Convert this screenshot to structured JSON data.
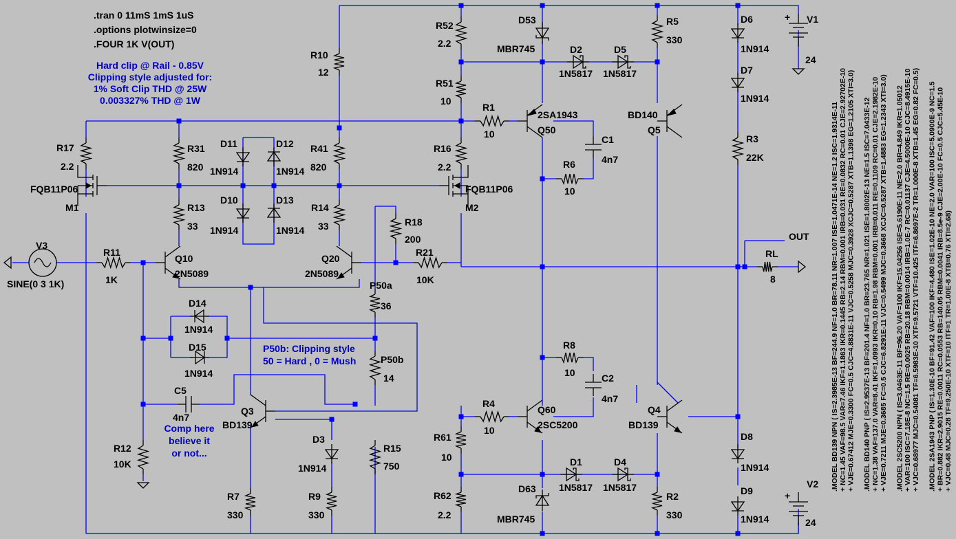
{
  "directives": [
    ".tran 0 11mS 1mS 1uS",
    ".options plotwinsize=0",
    ".FOUR 1K V(OUT)"
  ],
  "comments": {
    "hard_clip": [
      "Hard clip @ Rail - 0.85V",
      "Clipping style adjusted for:",
      "1% Soft Clip THD @ 25W",
      "0.003327% THD @ 1W"
    ],
    "p50b_note": [
      "P50b: Clipping style",
      "50 = Hard , 0 = Mush"
    ],
    "comp_note": [
      "Comp here",
      "believe it",
      "or not..."
    ]
  },
  "components": {
    "r52": {
      "ref": "R52",
      "value": "2.2"
    },
    "r51": {
      "ref": "R51",
      "value": "10"
    },
    "r10": {
      "ref": "R10",
      "value": "12"
    },
    "r1": {
      "ref": "R1",
      "value": "10"
    },
    "r17": {
      "ref": "R17",
      "value": "2.2"
    },
    "r31": {
      "ref": "R31",
      "value": "820"
    },
    "r41": {
      "ref": "R41",
      "value": "820"
    },
    "r16": {
      "ref": "R16",
      "value": "2.2"
    },
    "r13": {
      "ref": "R13",
      "value": "33"
    },
    "r14": {
      "ref": "R14",
      "value": "33"
    },
    "r18": {
      "ref": "R18",
      "value": "200"
    },
    "r11": {
      "ref": "R11",
      "value": "1K"
    },
    "r21": {
      "ref": "R21",
      "value": "10K"
    },
    "p50a": {
      "ref": "P50a",
      "value": "36"
    },
    "p50b": {
      "ref": "P50b",
      "value": "14"
    },
    "r15": {
      "ref": "R15",
      "value": "750"
    },
    "r12": {
      "ref": "R12",
      "value": "10K"
    },
    "r7": {
      "ref": "R7",
      "value": "330"
    },
    "r9": {
      "ref": "R9",
      "value": "330"
    },
    "r5": {
      "ref": "R5",
      "value": "330"
    },
    "r3": {
      "ref": "R3",
      "value": "22K"
    },
    "r6": {
      "ref": "R6",
      "value": "10"
    },
    "r8": {
      "ref": "R8",
      "value": "10"
    },
    "r4": {
      "ref": "R4",
      "value": "10"
    },
    "r61": {
      "ref": "R61",
      "value": "10"
    },
    "r62": {
      "ref": "R62",
      "value": "2.2"
    },
    "r2": {
      "ref": "R2",
      "value": "330"
    },
    "rl": {
      "ref": "RL",
      "value": "8"
    },
    "c1": {
      "ref": "C1",
      "value": "4n7"
    },
    "c2": {
      "ref": "C2",
      "value": "4n7"
    },
    "c5": {
      "ref": "C5",
      "value": "4n7"
    },
    "d53": {
      "ref": "D53",
      "value": "MBR745"
    },
    "d63": {
      "ref": "D63",
      "value": "MBR745"
    },
    "d2": {
      "ref": "D2",
      "value": "1N5817"
    },
    "d5": {
      "ref": "D5",
      "value": "1N5817"
    },
    "d1": {
      "ref": "D1",
      "value": "1N5817"
    },
    "d4": {
      "ref": "D4",
      "value": "1N5817"
    },
    "d6": {
      "ref": "D6",
      "value": "1N914"
    },
    "d7": {
      "ref": "D7",
      "value": "1N914"
    },
    "d8": {
      "ref": "D8",
      "value": "1N914"
    },
    "d9": {
      "ref": "D9",
      "value": "1N914"
    },
    "d11": {
      "ref": "D11",
      "value": "1N914"
    },
    "d12": {
      "ref": "D12",
      "value": "1N914"
    },
    "d10": {
      "ref": "D10",
      "value": "1N914"
    },
    "d13": {
      "ref": "D13",
      "value": "1N914"
    },
    "d14": {
      "ref": "D14",
      "value": "1N914"
    },
    "d15": {
      "ref": "D15",
      "value": "1N914"
    },
    "d3": {
      "ref": "D3",
      "value": "1N914"
    },
    "q50": {
      "ref": "Q50",
      "value": "2SA1943"
    },
    "q60": {
      "ref": "Q60",
      "value": "2SC5200"
    },
    "q5": {
      "ref": "Q5",
      "value": "BD140"
    },
    "q4": {
      "ref": "Q4",
      "value": "BD139"
    },
    "q3": {
      "ref": "Q3",
      "value": "BD139"
    },
    "q10": {
      "ref": "Q10",
      "value": "2N5089"
    },
    "q20": {
      "ref": "Q20",
      "value": "2N5089"
    },
    "m1": {
      "ref": "M1",
      "value": "FQB11P06"
    },
    "m2": {
      "ref": "M2",
      "value": "FQB11P06"
    },
    "v1": {
      "ref": "V1",
      "value": "24"
    },
    "v2": {
      "ref": "V2",
      "value": "24"
    },
    "v3": {
      "ref": "V3",
      "value": "SINE(0 3 1K)"
    }
  },
  "net_labels": {
    "out": "OUT"
  },
  "models": [
    ".MODEL BD139 NPN ( IS=2.3985E-13 BF=244.9 NF=1.0 BR=78.11 NR=1.007 ISE=1.0471E-14 NE=1.2 ISC=1.9314E-11",
    "+ NC=1.45 VAF=98.5 VAR=7.46 IKF=1.1863 IKR=0.1445 RB=2.14 RBM=0.001 IRB=0.031 RE=0.0832 RC=0.01 CJE=2.92702E-10",
    "+ VJE=0.67412 MJE=0.3300 FC=0.5 CJC=4.8831E-11 VJC=0.5258 MJC=0.3928 XCJC=0.5287 XTB=1.1398 EG=1.2105 XTI=3.0)",
    "",
    ".MODEL BD140 PNP ( IS=2.9537E-13 BF=201.4 NF=1.0 BR=23.765 NR=1.021 ISE=1.8002E-13 NE=1.5 ISC=7.0433E-12",
    "+ NC=1.38 VAF=137.0 VAR=8.41 IKF=1.0993 IKR=0.10 RB=1.98 RBM=0.001 IRB=0.011 RE=0.1109 RC=0.01 CJE=2.1982E-10",
    "+ VJE=0.7211 MJE=0.3685 FC=0.5 CJC=6.8291E-11 VJC=0.5499 MJC=0.3668 XCJC=0.5287 XTB=1.4883 EG=1.2343 XTI=3.0)",
    "",
    ".MODEL 2SC5200 NPN ( IS=3.0463E-11 BF=96.20 VAF=100 IKF=15.04256 ISE=5.6190E-11 NE=2.0 BR=4.849 IKR=1.05012",
    "+ VAR=100 ISC=7.18E-8 NC=1.5 RE=0.0025 RB=20.18 RBM=0.0014 IRB=1.0E-7 RC=0.01137 CJE=4.5000E-10 CJC=8.4915E-10",
    "+ VJC=0.68977 MJC=0.54081 TF=6.5983E-10  XTF=9.5721 VTF=10.425 ITF=6.8697E-2 TR=1.000E-8 XTB=1.45 EG=0.82 FC=0.5)",
    "",
    ".MODEL 2SA1943 PNP ( IS=1.30E-10 BF=91.42 VAF=100 IKF=4.480 ISE=1.02E-10 NE=2.0 VAR=100 ISC=5.0900E-9  NC=1.5",
    "+ BR=0.882 IKR=2.9015 RE=0.0011 RC=0.0553 RB=140.05 RBM=0.0041 IRB=8.5e-9 CJE=2.00E-10 FC=0.5 CJC=5.45E-10",
    "+ VJC=0.48 MJC=0.28 TF=9.250E-10 XTF=10 ITF=1 TR=1.00E-8 XTB=0.76 XTI=2.68)"
  ]
}
